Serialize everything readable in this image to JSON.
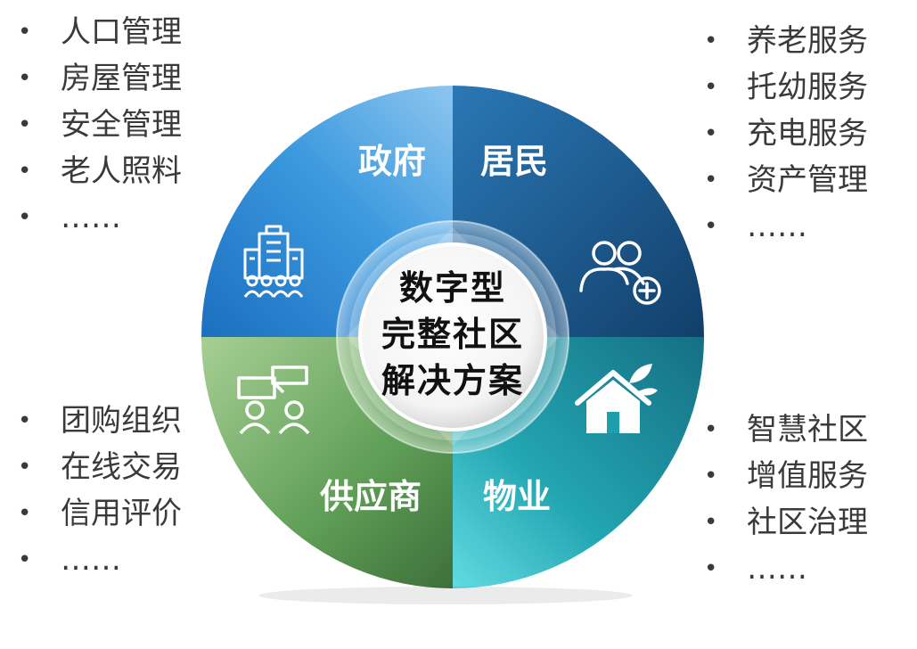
{
  "lists": {
    "top_left": [
      "人口管理",
      "房屋管理",
      "安全管理",
      "老人照料",
      "……"
    ],
    "top_right": [
      "养老服务",
      "托幼服务",
      "充电服务",
      "资产管理",
      "……"
    ],
    "bottom_left": [
      "团购组织",
      "在线交易",
      "信用评价",
      "……"
    ],
    "bottom_right": [
      "智慧社区",
      "增值服务",
      "社区治理",
      "……"
    ]
  },
  "wheel": {
    "segments": {
      "government": "政府",
      "residents": "居民",
      "supplier": "供应商",
      "property": "物业"
    },
    "center": [
      "数字型",
      "完整社区",
      "解决方案"
    ]
  },
  "icons": {
    "government": "building-people-icon",
    "residents": "people-add-icon",
    "supplier": "store-people-icon",
    "property": "house-leaf-icon"
  },
  "colors": {
    "government": "#2f8fd6",
    "residents": "#1e5f94",
    "supplier": "#5e9e56",
    "property": "#1f9fab",
    "text": "#3a3a3a"
  }
}
